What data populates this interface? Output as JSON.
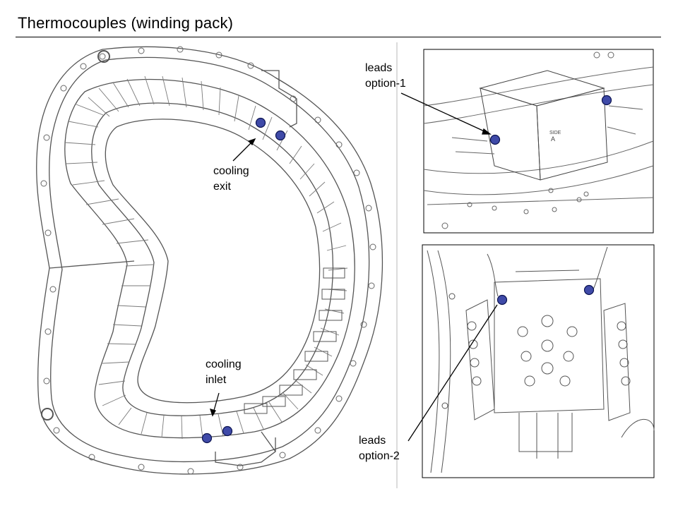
{
  "title": "Thermocouples (winding pack)",
  "labels": {
    "cooling_exit": [
      "cooling",
      "exit"
    ],
    "cooling_inlet": [
      "cooling",
      "inlet"
    ],
    "leads_option_1": [
      "leads",
      "option-1"
    ],
    "leads_option_2": [
      "leads",
      "option-2"
    ]
  },
  "colors": {
    "thermocouple_marker": "#3f4aa8",
    "marker_outline": "#0c1450",
    "line_art": "#555555"
  }
}
